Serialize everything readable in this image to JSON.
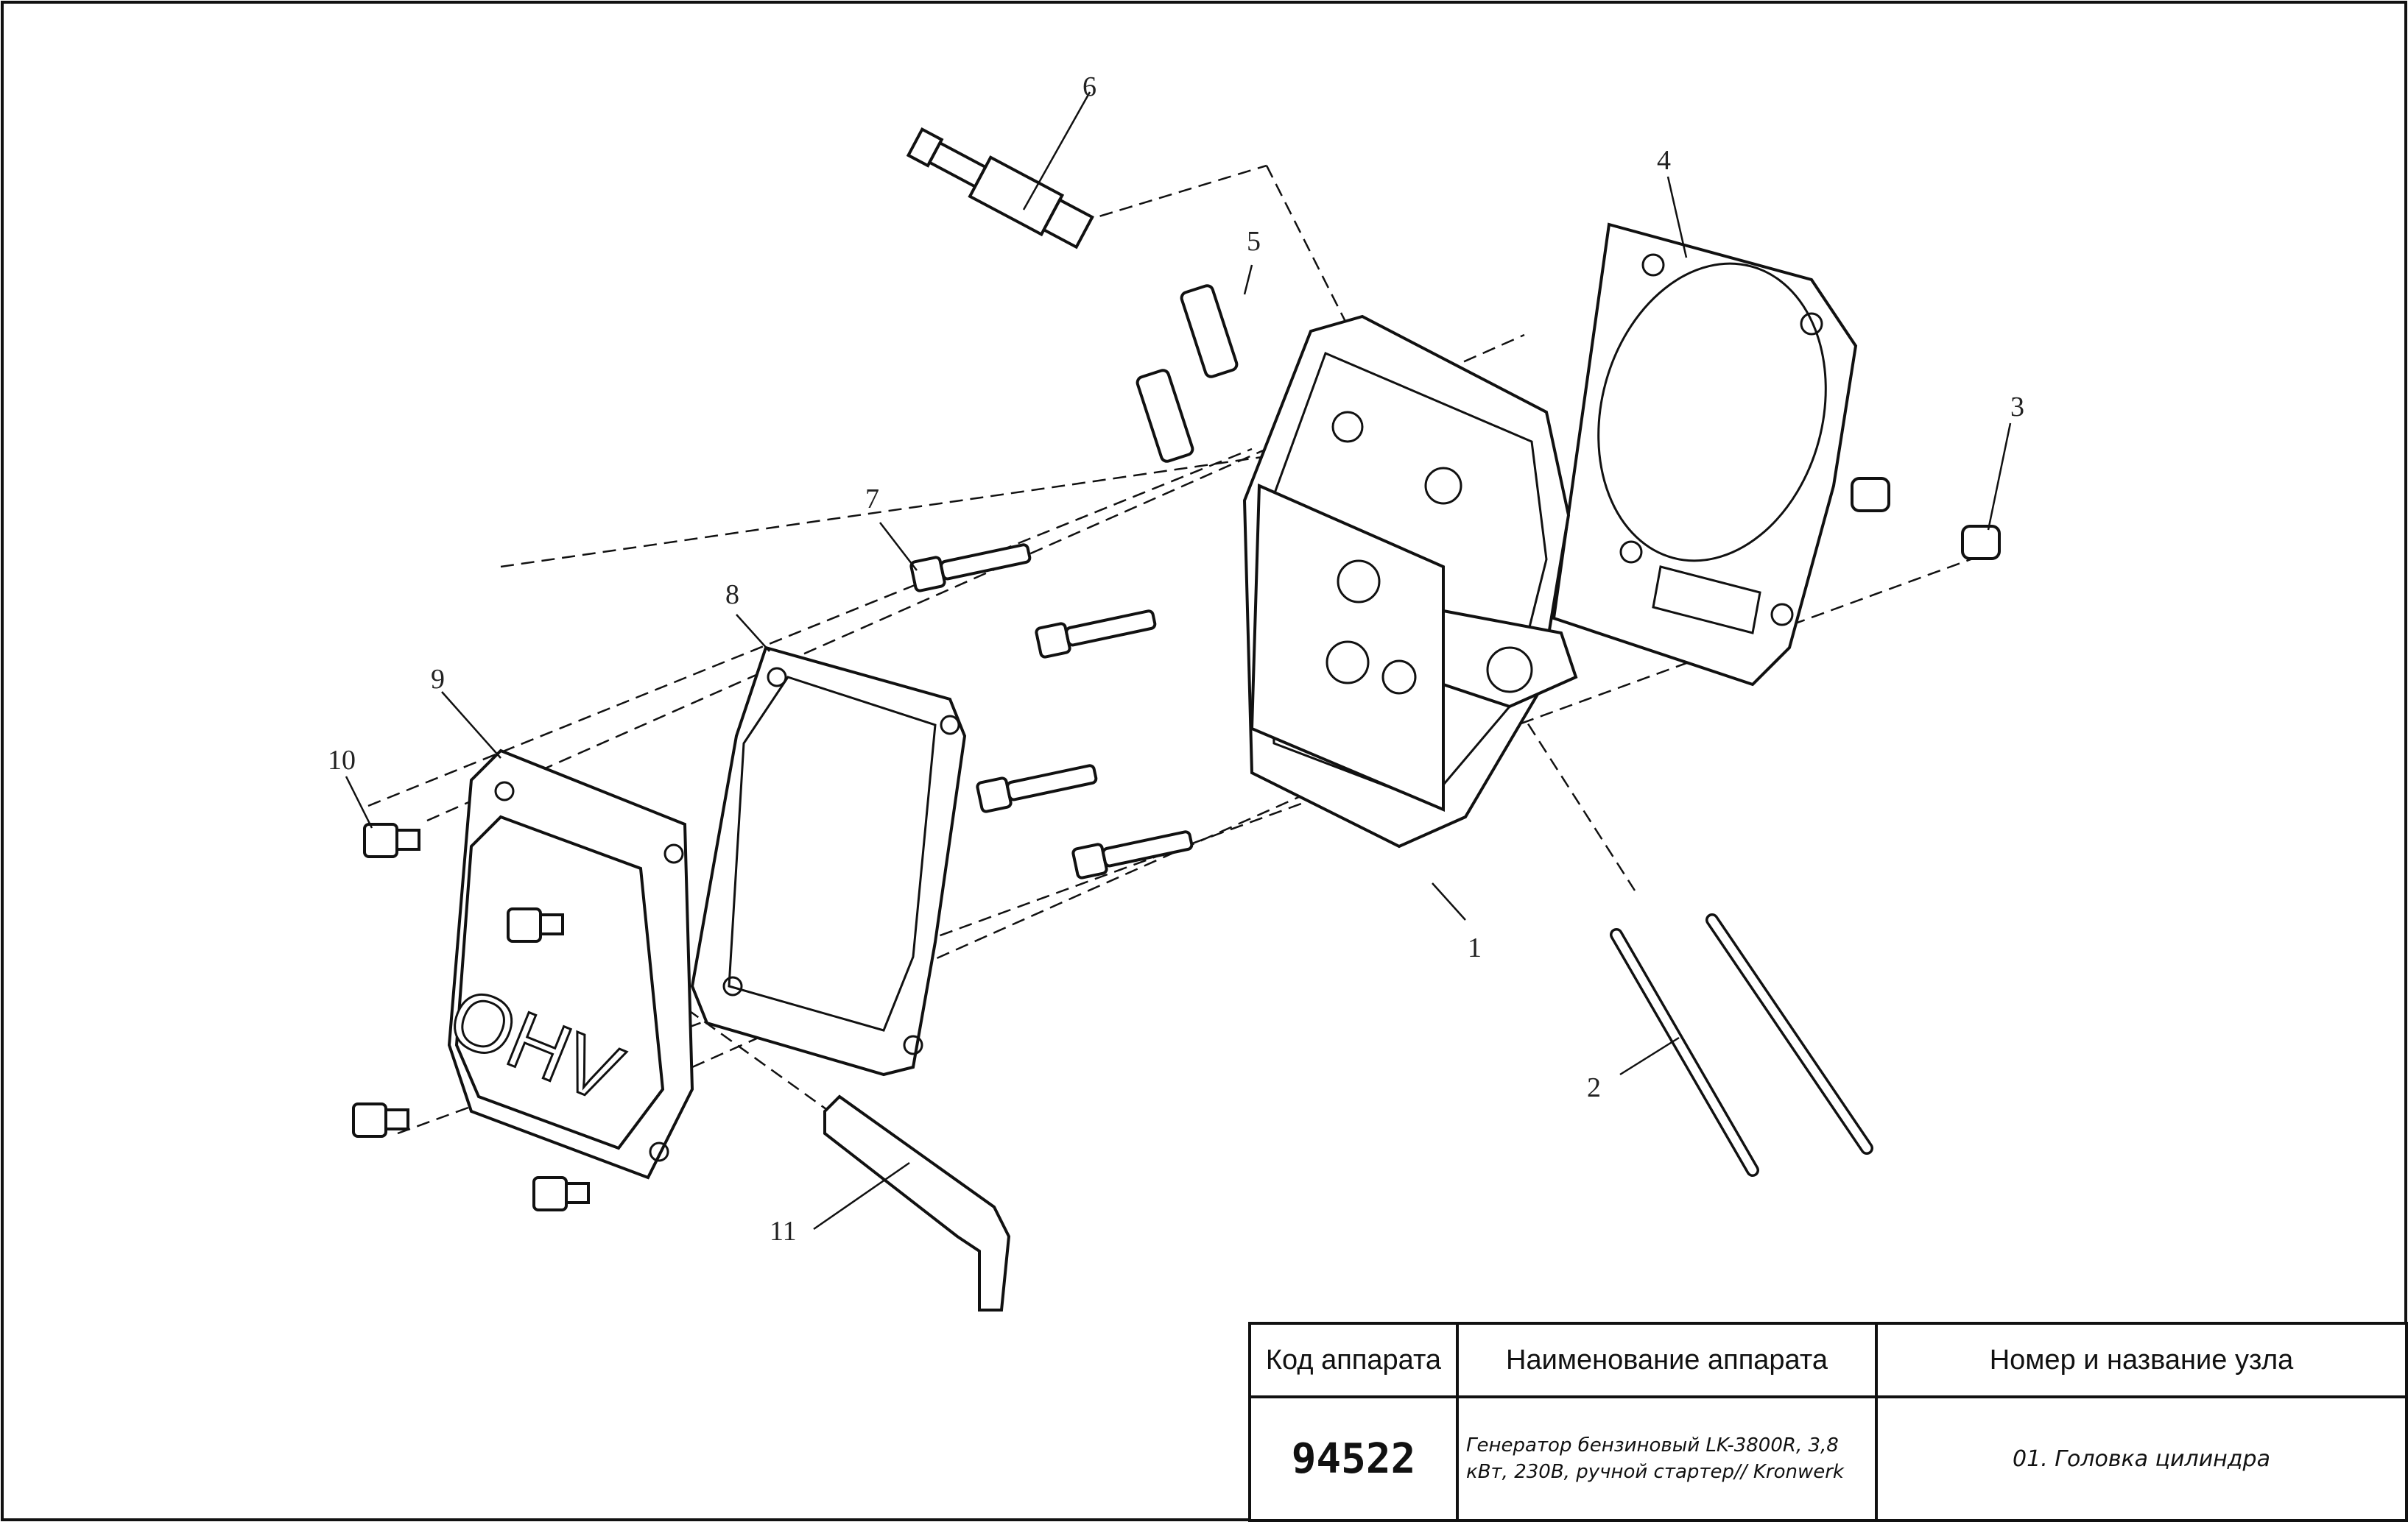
{
  "diagram": {
    "callouts": [
      "1",
      "2",
      "3",
      "4",
      "5",
      "6",
      "7",
      "8",
      "9",
      "10",
      "11"
    ],
    "cover_lettering": "OHV"
  },
  "title_block": {
    "headers": {
      "code": "Код аппарата",
      "name": "Наименование аппарата",
      "unit": "Номер и название узла"
    },
    "code_value": "94522",
    "name_value": "Генератор бензиновый LK-3800R, 3,8 кВт, 230В, ручной стартер// Kronwerk",
    "unit_value": "01. Головка цилиндра"
  }
}
